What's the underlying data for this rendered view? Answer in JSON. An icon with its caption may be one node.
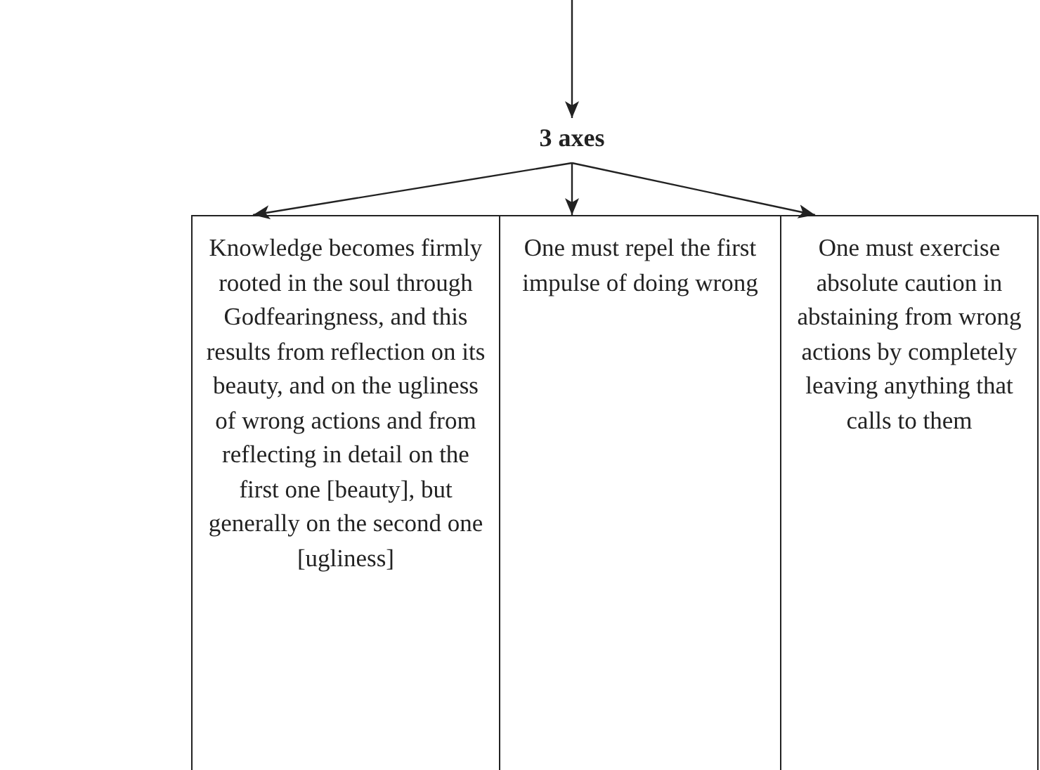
{
  "diagram": {
    "nodes": [
      {
        "text": [
          "3 axes"
        ]
      },
      {
        "text": [
          "Knowledge becomes firmly rooted in the soul through Godfearingness, and this results from reflection on its beauty, and on the ugliness of wrong actions and from reflecting in detail on the first one [beauty], but generally on the second one [ugliness]"
        ]
      },
      {
        "text": [
          "One must repel the first impulse of doing wrong"
        ]
      },
      {
        "text": [
          "One must exercise absolute caution in abstaining from wrong actions by completely leaving anything that calls to them"
        ]
      }
    ],
    "edges": [
      {
        "from": null,
        "to": 0,
        "arrow": "to"
      },
      {
        "from": 0,
        "to": 1,
        "arrow": "to"
      },
      {
        "from": 0,
        "to": 2,
        "arrow": "to"
      },
      {
        "from": 0,
        "to": 3,
        "arrow": "to"
      }
    ]
  }
}
